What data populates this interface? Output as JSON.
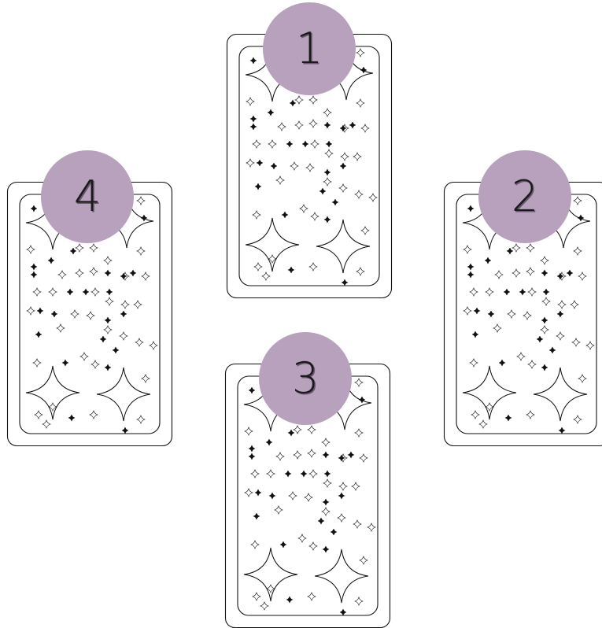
{
  "colors": {
    "badge": "#b7a1bc",
    "stroke": "#111111",
    "background": "#ffffff"
  },
  "cards": [
    {
      "id": "card-1",
      "number": "1"
    },
    {
      "id": "card-2",
      "number": "2"
    },
    {
      "id": "card-3",
      "number": "3"
    },
    {
      "id": "card-4",
      "number": "4"
    }
  ]
}
